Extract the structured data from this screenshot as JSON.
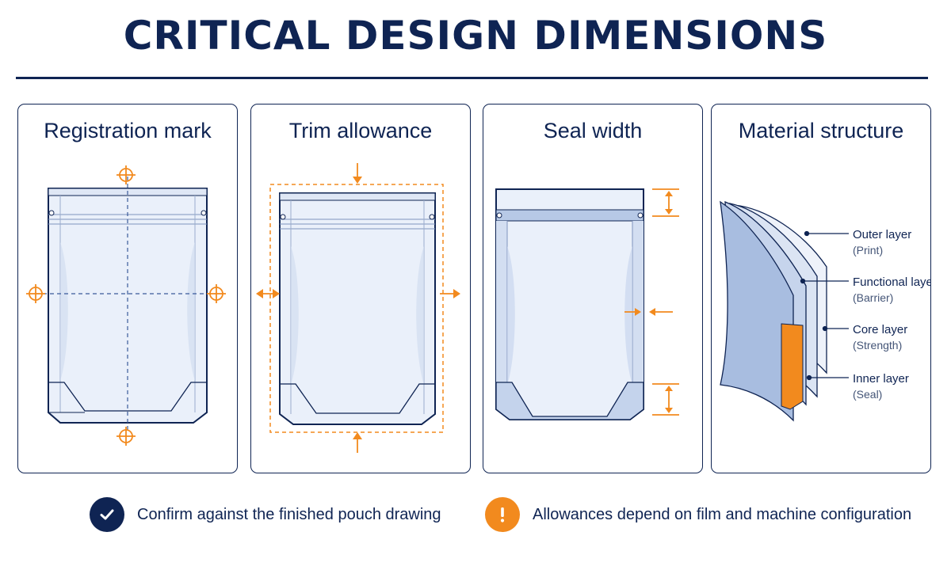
{
  "title": "CRITICAL DESIGN DIMENSIONS",
  "panels": [
    {
      "title": "Registration mark"
    },
    {
      "title": "Trim allowance"
    },
    {
      "title": "Seal width"
    },
    {
      "title": "Material structure"
    }
  ],
  "layers": [
    {
      "name": "Outer layer",
      "role": "(Print)"
    },
    {
      "name": "Functional layer",
      "role": "(Barrier)"
    },
    {
      "name": "Core layer",
      "role": "(Strength)"
    },
    {
      "name": "Inner layer",
      "role": "(Seal)"
    }
  ],
  "notes": [
    {
      "text": "Confirm against the finished pouch drawing",
      "icon": "check-icon"
    },
    {
      "text": "Allowances depend on film and machine configuration",
      "icon": "exclamation-icon"
    }
  ],
  "colors": {
    "navy": "#0f2453",
    "orange": "#f28a1e",
    "pouch_fill": "#e9eef8",
    "pouch_edge": "#c6d3ea",
    "seal_band": "#b7c9e6"
  }
}
